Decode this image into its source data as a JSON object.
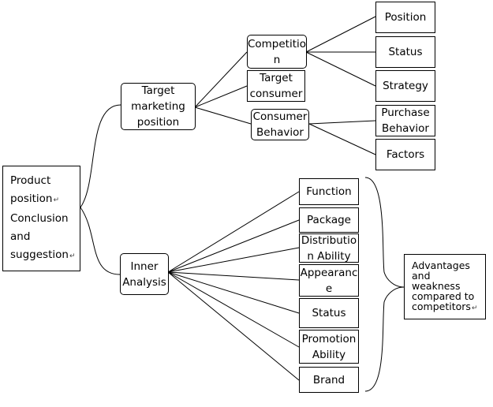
{
  "root": {
    "lines": [
      "Product",
      "position",
      "Conclusion",
      "and",
      "suggestion"
    ]
  },
  "target_marketing": {
    "lines": [
      "Target",
      "marketing",
      "position"
    ]
  },
  "inner_analysis": {
    "lines": [
      "Inner",
      "Analysis"
    ]
  },
  "competition": {
    "lines": [
      "Competitio",
      "n"
    ]
  },
  "target_consumer": {
    "lines": [
      "Target",
      "consumer"
    ]
  },
  "consumer_behavior": {
    "lines": [
      "Consumer",
      "Behavior"
    ]
  },
  "position": {
    "lines": [
      "Position"
    ]
  },
  "status_top": {
    "lines": [
      "Status"
    ]
  },
  "strategy": {
    "lines": [
      "Strategy"
    ]
  },
  "purchase_behavior": {
    "lines": [
      "Purchase",
      "Behavior"
    ]
  },
  "factors": {
    "lines": [
      "Factors"
    ]
  },
  "function": {
    "lines": [
      "Function"
    ]
  },
  "package": {
    "lines": [
      "Package"
    ]
  },
  "distribution_ability": {
    "lines": [
      "Distributio",
      "n Ability"
    ]
  },
  "appearance": {
    "lines": [
      "Appearanc",
      "e"
    ]
  },
  "status_bottom": {
    "lines": [
      "Status"
    ]
  },
  "promotion_ability": {
    "lines": [
      "Promotion",
      "Ability"
    ]
  },
  "brand": {
    "lines": [
      "Brand"
    ]
  },
  "summary": {
    "lines": [
      "Advantages",
      "and",
      "weakness",
      "compared to",
      "competitors"
    ]
  },
  "return_mark": "↵"
}
